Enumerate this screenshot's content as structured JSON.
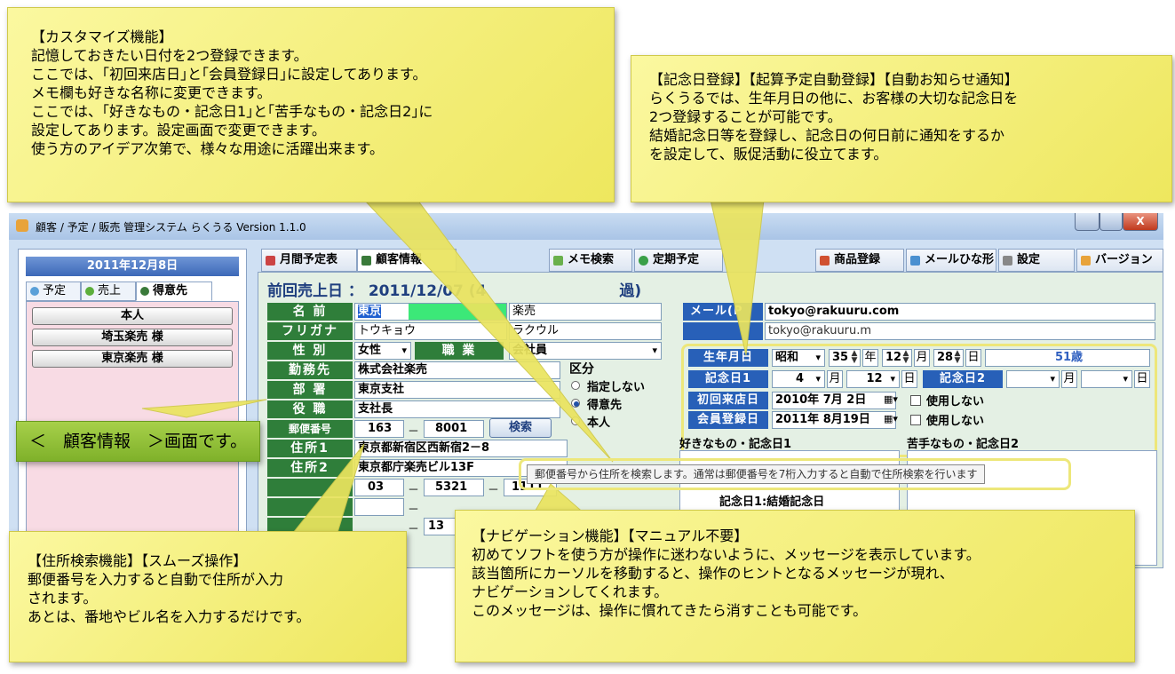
{
  "window": {
    "title": "顧客 / 予定 / 販売 管理システム らくうる Version 1.1.0",
    "close_label": "X"
  },
  "left_panel": {
    "date": "2011年12月8日",
    "tabs": [
      {
        "label": "予定",
        "selected": false
      },
      {
        "label": "売上",
        "selected": false
      },
      {
        "label": "得意先",
        "selected": true
      }
    ],
    "items": [
      "本人",
      "埼玉楽売 様",
      "東京楽売 様"
    ]
  },
  "main_tabs": [
    "月間予定表",
    "顧客情報",
    "メモ検索",
    "定期予定",
    "商品登録",
    "メールひな形",
    "設定",
    "バージョン"
  ],
  "customer": {
    "last_sale": "前回売上日 ： 2011/12/07 (4",
    "last_sale_tail": "過)",
    "labels": {
      "name": "名 前",
      "furigana": "フリガナ",
      "gender": "性 別",
      "job": "職 業",
      "workplace": "勤務先",
      "department": "部 署",
      "position": "役 職",
      "postal": "郵便番号",
      "address1": "住所1",
      "address2": "住所2"
    },
    "name_last": "東京",
    "name_first": "楽売",
    "furigana_last": "トウキョウ",
    "furigana_first": "ラクウル",
    "gender": "女性",
    "job": "会社員",
    "workplace": "株式会社楽売",
    "department": "東京支社",
    "position": "支社長",
    "postal1": "163",
    "postal2": "8001",
    "search_button": "検索",
    "address1": "東京都新宿区西新宿2－8",
    "address2": "東京都庁楽売ビル13F",
    "phone1": "03",
    "phone2": "5321",
    "phone3": "1111",
    "phone_b2": "13",
    "dash": "－",
    "category_title": "区分",
    "category_options": [
      {
        "label": "指定しない",
        "selected": false
      },
      {
        "label": "得意先",
        "selected": true
      },
      {
        "label": "本人",
        "selected": false
      }
    ],
    "mail_label": "メール(P",
    "mail_value": "tokyo@rakuuru.com",
    "mail2_value": "tokyo@rakuuru.m",
    "birthday_label": "生年月日",
    "era": "昭和",
    "birth_year": "35",
    "birth_month": "12",
    "birth_day": "28",
    "unit_year": "年",
    "unit_month": "月",
    "unit_day": "日",
    "age": "51歳",
    "anniv1_label": "記念日1",
    "anniv1_month": "4",
    "anniv1_day": "12",
    "anniv2_label": "記念日2",
    "first_visit_label": "初回来店日",
    "first_visit": "2010年 7月 2日",
    "member_reg_label": "会員登録日",
    "member_reg": "2011年 8月19日",
    "unused_label": "使用しない",
    "likes_label": "好きなもの・記念日1",
    "dislikes_label": "苦手なもの・記念日2",
    "likes_text": "記念日1:結婚記念日"
  },
  "tooltip": "郵便番号から住所を検索します。通常は郵便番号を7桁入力すると自動で住所検索を行います",
  "screen_label": "＜　顧客情報　＞画面です。",
  "callouts": {
    "customize": [
      "【カスタマイズ機能】",
      "記憶しておきたい日付を2つ登録できます。",
      "ここでは、｢初回来店日｣と｢会員登録日｣に設定してあります。",
      "メモ欄も好きな名称に変更できます。",
      "ここでは、｢好きなもの・記念日1｣と｢苦手なもの・記念日2｣に",
      "設定してあります。設定画面で変更できます。",
      "使う方のアイデア次第で、様々な用途に活躍出来ます。"
    ],
    "anniversary": [
      "【記念日登録】【起算予定自動登録】【自動お知らせ通知】",
      "らくうるでは、生年月日の他に、お客様の大切な記念日を",
      "2つ登録することが可能です。",
      "結婚記念日等を登録し、記念日の何日前に通知をするか",
      "を設定して、販促活動に役立てます。"
    ],
    "address": [
      "【住所検索機能】【スムーズ操作】",
      "郵便番号を入力すると自動で住所が入力",
      "されます。",
      "あとは、番地やビル名を入力するだけです。"
    ],
    "navigation": [
      "【ナビゲーション機能】【マニュアル不要】",
      "初めてソフトを使う方が操作に迷わないように、メッセージを表示しています。",
      "該当箇所にカーソルを移動すると、操作のヒントとなるメッセージが現れ、",
      "ナビゲーションしてくれます。",
      "このメッセージは、操作に慣れてきたら消すことも可能です。"
    ]
  },
  "colors": {
    "callout": "#f5f07a",
    "label_green": "#2f7e3a",
    "label_blue": "#2860b8",
    "list_pink": "#f8dbe4"
  }
}
